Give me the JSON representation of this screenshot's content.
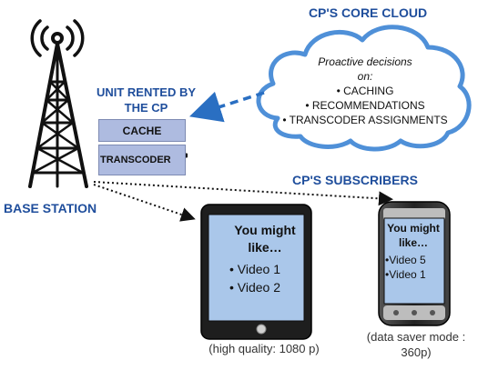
{
  "base_station": {
    "label": "BASE STATION"
  },
  "rented_unit": {
    "title": "UNIT RENTED BY THE CP",
    "cache_label": "CACHE",
    "transcoder_label": "TRANSCODER"
  },
  "core_cloud": {
    "title": "CP'S  CORE CLOUD",
    "intro": "Proactive decisions on:",
    "items": [
      "• CACHING",
      "• RECOMMENDATIONS",
      "• TRANSCODER ASSIGNMENTS"
    ]
  },
  "subscribers": {
    "title": "CP'S  SUBSCRIBERS"
  },
  "tablet": {
    "heading": "You might like…",
    "items": [
      "•  Video 1",
      "•  Video 2"
    ],
    "caption": "(high quality: 1080 p)"
  },
  "phone": {
    "heading": "You might like…",
    "items": [
      "•Video 5",
      "•Video 1"
    ],
    "caption": "(data saver mode : 360p)"
  },
  "colors": {
    "accent_blue": "#1f4e9c",
    "cloud_outline": "#4f90d8",
    "box_fill": "#aebbe0",
    "screen_fill": "#aac7ea"
  }
}
